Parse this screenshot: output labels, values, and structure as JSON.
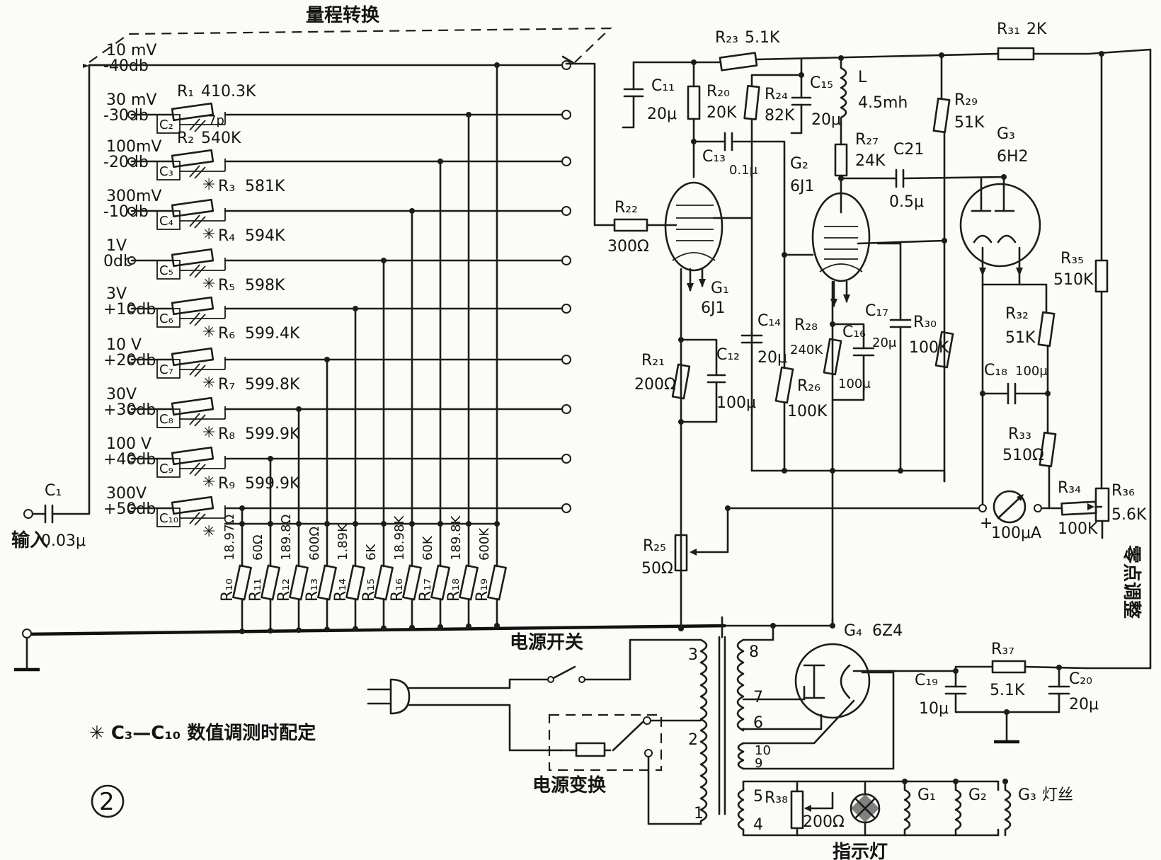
{
  "figure": {
    "number": "②",
    "footnote": "✳ C₃—C₁₀ 数值调测时配定"
  },
  "range_switch": {
    "title": "量程转换",
    "ranges": [
      {
        "volt": "10 mV",
        "db": "-40db"
      },
      {
        "volt": "30 mV",
        "db": "-30db"
      },
      {
        "volt": "100mV",
        "db": "-20db"
      },
      {
        "volt": "300mV",
        "db": "-10db"
      },
      {
        "volt": "1V",
        "db": "0db"
      },
      {
        "volt": "3V",
        "db": "+10db"
      },
      {
        "volt": "10 V",
        "db": "+20db"
      },
      {
        "volt": "30V",
        "db": "+30db"
      },
      {
        "volt": "100 V",
        "db": "+40db"
      },
      {
        "volt": "300V",
        "db": "+50db"
      }
    ]
  },
  "attenuator": {
    "series": [
      {
        "r": "R₁",
        "rv": "410.3K",
        "c": "C₂",
        "cv": "7p",
        "star": false
      },
      {
        "r": "R₂",
        "rv": "540K",
        "c": "C₃",
        "cv": "",
        "star": true,
        "rs": "R₃",
        "rsv": "581K"
      },
      {
        "r": "",
        "rv": "",
        "c": "C₄",
        "cv": "",
        "star": true,
        "rs": "R₄",
        "rsv": "594K"
      },
      {
        "r": "",
        "rv": "",
        "c": "C₅",
        "cv": "",
        "star": true,
        "rs": "R₅",
        "rsv": "598K"
      },
      {
        "r": "",
        "rv": "",
        "c": "C₆",
        "cv": "",
        "star": true,
        "rs": "R₆",
        "rsv": "599.4K"
      },
      {
        "r": "",
        "rv": "",
        "c": "C₇",
        "cv": "",
        "star": true,
        "rs": "R₇",
        "rsv": "599.8K"
      },
      {
        "r": "",
        "rv": "",
        "c": "C₈",
        "cv": "",
        "star": true,
        "rs": "R₈",
        "rsv": "599.9K"
      },
      {
        "r": "",
        "rv": "",
        "c": "C₉",
        "cv": "",
        "star": true,
        "rs": "R₉",
        "rsv": "599.9K"
      },
      {
        "r": "",
        "rv": "",
        "c": "C₁₀",
        "cv": "",
        "star": true,
        "rs": "",
        "rsv": ""
      }
    ],
    "shunts": [
      {
        "name": "R₁₀",
        "value": "18.97Ω"
      },
      {
        "name": "R₁₁",
        "value": "60Ω"
      },
      {
        "name": "R₁₂",
        "value": "189.8Ω"
      },
      {
        "name": "R₁₃",
        "value": "600Ω"
      },
      {
        "name": "R₁₄",
        "value": "1.89K"
      },
      {
        "name": "R₁₅",
        "value": "6K"
      },
      {
        "name": "R₁₆",
        "value": "18.98K"
      },
      {
        "name": "R₁₇",
        "value": "60K"
      },
      {
        "name": "R₁₈",
        "value": "189.8K"
      },
      {
        "name": "R₁₉",
        "value": "600K"
      }
    ]
  },
  "input": {
    "cap": "C₁",
    "cap_value": "0.03μ",
    "label": "输入"
  },
  "amplifier": {
    "R22": {
      "name": "R₂₂",
      "value": "300Ω"
    },
    "C11": {
      "name": "C₁₁",
      "value": "20μ"
    },
    "R20": {
      "name": "R₂₀",
      "value": "20K"
    },
    "R23": {
      "name": "R₂₃",
      "value": "5.1K"
    },
    "R24": {
      "name": "R₂₄",
      "value": "82K"
    },
    "C15": {
      "name": "C₁₅",
      "value": "20μ"
    },
    "L": {
      "name": "L",
      "value": "4.5mh"
    },
    "C13": {
      "name": "C₁₃",
      "value": "0.1μ"
    },
    "G1": {
      "name": "G₁",
      "type": "6J1"
    },
    "G2": {
      "name": "G₂",
      "type": "6J1"
    },
    "G3": {
      "name": "G₃",
      "type": "6H2"
    },
    "R27": {
      "name": "R₂₇",
      "value": "24K"
    },
    "C21": {
      "name": "C21",
      "value": "0.5μ"
    },
    "R29": {
      "name": "R₂₉",
      "value": "51K"
    },
    "R31": {
      "name": "R₃₁",
      "value": "2K"
    },
    "R21": {
      "name": "R₂₁",
      "value": "200Ω"
    },
    "C12": {
      "name": "C₁₂",
      "value": "100μ"
    },
    "C14": {
      "name": "C₁₄",
      "value": "20μ"
    },
    "R28": {
      "name": "R₂₈",
      "value": "240K"
    },
    "C16": {
      "name": "C₁₆",
      "value": "100μ"
    },
    "R26": {
      "name": "R₂₆",
      "value": "100K"
    },
    "C17": {
      "name": "C₁₇",
      "value": "20μ"
    },
    "R30": {
      "name": "R₃₀",
      "value": "100K"
    },
    "R35": {
      "name": "R₃₅",
      "value": "510K"
    },
    "R32": {
      "name": "R₃₂",
      "value": "51K"
    },
    "C18": {
      "name": "C₁₈",
      "value": "100μ"
    },
    "R33": {
      "name": "R₃₃",
      "value": "510Ω"
    },
    "R34": {
      "name": "R₃₄",
      "value": "100K"
    },
    "R36": {
      "name": "R₃₆",
      "value": "5.6K"
    },
    "R25": {
      "name": "R₂₅",
      "value": "50Ω"
    },
    "meter": "100μA",
    "meter_plus": "+",
    "zero_adjust": "零点调整"
  },
  "power": {
    "switch_label": "电源开关",
    "selector_label": "电源变换",
    "G4": {
      "name": "G₄",
      "type": "6Z4"
    },
    "R37": {
      "name": "R₃₇",
      "value": "5.1K"
    },
    "C19": {
      "name": "C₁₉",
      "value": "10μ"
    },
    "C20": {
      "name": "C₂₀",
      "value": "20μ"
    },
    "R38": {
      "name": "R₃₈",
      "value": "200Ω"
    },
    "pilot_lamp": "指示灯",
    "filaments": [
      "G₁",
      "G₂",
      "G₃"
    ],
    "filament_label": "灯丝",
    "taps": [
      "3",
      "2",
      "1",
      "8",
      "7",
      "6",
      "10",
      "9",
      "5",
      "4"
    ]
  }
}
